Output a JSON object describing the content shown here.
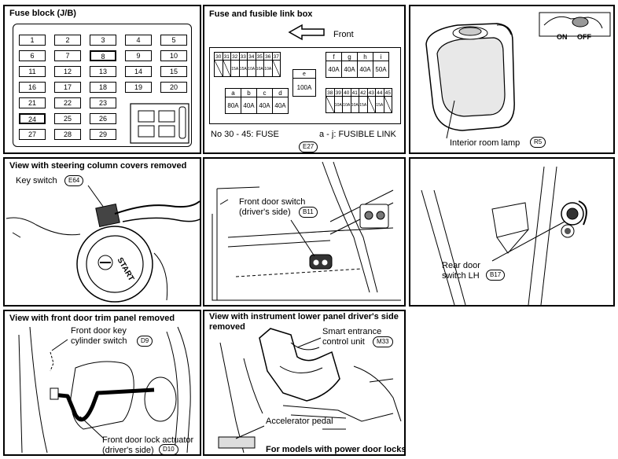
{
  "fuse_block": {
    "title": "Fuse block (J/B)",
    "slots": [
      "1",
      "2",
      "3",
      "4",
      "5",
      "6",
      "7",
      "8",
      "9",
      "10",
      "11",
      "12",
      "13",
      "14",
      "15",
      "16",
      "17",
      "18",
      "19",
      "20",
      "21",
      "22",
      "23",
      "24",
      "25",
      "26",
      "27",
      "28",
      "29"
    ]
  },
  "fuse_link_box": {
    "title": "Fuse and fusible link box",
    "front_label": "Front",
    "top_fuse_numbers": [
      "30",
      "31",
      "32",
      "33",
      "34",
      "35",
      "36",
      "37"
    ],
    "top_fuse_ratings": [
      "",
      "",
      "15A",
      "15A",
      "10A",
      "10A",
      "10A",
      ""
    ],
    "e_letter": "e",
    "e_value": "100A",
    "left_link_letters": [
      "a",
      "b",
      "c",
      "d"
    ],
    "left_link_values": [
      "80A",
      "40A",
      "40A",
      "40A"
    ],
    "right_link_letters": [
      "f",
      "g",
      "h",
      "i"
    ],
    "right_link_values": [
      "40A",
      "40A",
      "40A",
      "50A"
    ],
    "bottom_fuse_numbers": [
      "38",
      "39",
      "40",
      "41",
      "42",
      "43",
      "44",
      "45"
    ],
    "bottom_fuse_ratings": [
      "",
      "10A",
      "10A",
      "10A",
      "15A",
      "",
      "15A",
      ""
    ],
    "fuse_legend": "No 30 - 45:  FUSE",
    "link_legend": "a - j:  FUSIBLE LINK",
    "connector": "E27"
  },
  "lamp": {
    "on_label": "ON",
    "off_label": "OFF",
    "label": "Interior room lamp",
    "connector": "R5"
  },
  "steering": {
    "title": "View with steering column covers removed",
    "label": "Key switch",
    "connector": "E64",
    "start_text": "START"
  },
  "door_switch": {
    "label_line1": "Front door switch",
    "label_line2": "(driver's side)",
    "connector": "B11"
  },
  "rear_door": {
    "label_line1": "Rear door",
    "label_line2": "switch LH",
    "connector": "B17"
  },
  "trim_panel": {
    "title": "View with front door trim panel removed",
    "key_label_line1": "Front door key",
    "key_label_line2": "cylinder switch",
    "key_connector": "D9",
    "actuator_line1": "Front door lock actuator",
    "actuator_line2": "(driver's side)",
    "actuator_connector": "D10"
  },
  "instrument": {
    "title_line1": "View with instrument lower panel driver's side",
    "title_line2": "removed",
    "unit_line1": "Smart entrance",
    "unit_line2": "control unit",
    "unit_connector": "M33",
    "pedal_label": "Accelerator pedal",
    "footer": "For models with power door locks"
  }
}
